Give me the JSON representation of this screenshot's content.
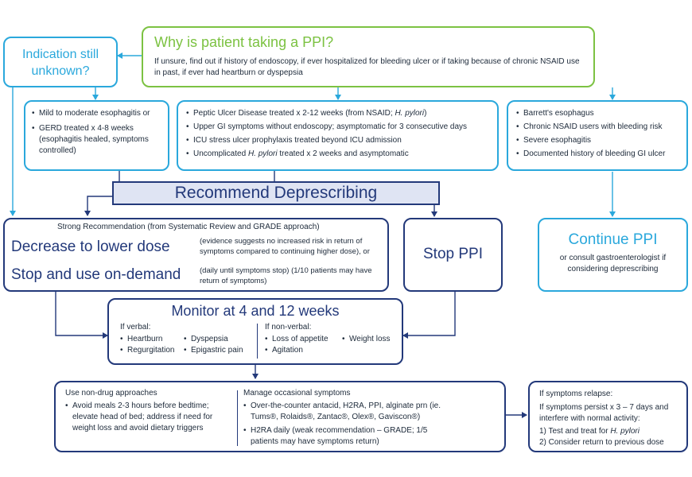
{
  "why": {
    "title": "Why is patient taking a PPI?",
    "body": "If unsure, find out if history of endoscopy, if ever hospitalized for bleeding ulcer or if taking because of chronic NSAID use in past, if ever had heartburn or dyspepsia"
  },
  "unknown": {
    "line1": "Indication still",
    "line2": "unknown?"
  },
  "left_criteria": [
    "Mild to moderate esophagitis or",
    "GERD treated x 4-8 weeks (esophagitis healed, symptoms controlled)"
  ],
  "mid_criteria": {
    "item1_a": "Peptic Ulcer Disease treated x 2-12 weeks (from NSAID;",
    "item1_b": "H. pylori",
    "item1_c": ")",
    "item2": "Upper GI symptoms without endoscopy; asymptomatic for 3 consecutive days",
    "item3": "ICU stress ulcer prophylaxis treated beyond ICU admission",
    "item4_a": "Uncomplicated",
    "item4_b": "H. pylori",
    "item4_c": "treated x 2 weeks and asymptomatic"
  },
  "right_criteria": [
    "Barrett's esophagus",
    "Chronic NSAID users with bleeding risk",
    "Severe esophagitis",
    "Documented history of bleeding GI ulcer"
  ],
  "recommend": {
    "title": "Recommend Deprescribing"
  },
  "strong": {
    "header": "Strong Recommendation (from Systematic Review and GRADE approach)",
    "decrease_title": "Decrease to lower dose",
    "decrease_note": "(evidence suggests no increased risk in return of symptoms compared to continuing higher dose), or",
    "ondemand_title": "Stop and use on-demand",
    "ondemand_note": "(daily until symptoms stop) (1/10 patients may have return of symptoms)"
  },
  "stop": {
    "title": "Stop PPI"
  },
  "continue": {
    "title": "Continue PPI",
    "note": "or consult gastroenterologist if considering deprescribing"
  },
  "monitor": {
    "title": "Monitor at 4 and 12 weeks",
    "verbal_label": "If verbal:",
    "verbal_col1": [
      "Heartburn",
      "Regurgitation"
    ],
    "verbal_col2": [
      "Dyspepsia",
      "Epigastric pain"
    ],
    "nonverbal_label": "If non-verbal:",
    "nonverbal_col1": [
      "Loss of appetite",
      "Agitation"
    ],
    "nonverbal_col2": [
      "Weight loss"
    ]
  },
  "nondrug": {
    "title": "Use non-drug approaches",
    "item": "Avoid meals 2-3 hours before bedtime; elevate head of bed; address if need for weight loss and avoid dietary triggers"
  },
  "occasional": {
    "title": "Manage occasional symptoms",
    "items": [
      "Over-the-counter antacid, H2RA, PPI,  alginate prn (ie. Tums®, Rolaids®, Zantac®, Olex®, Gaviscon®)",
      "H2RA daily (weak recommendation – GRADE; 1/5 patients may have symptoms return)"
    ]
  },
  "relapse": {
    "title": "If symptoms relapse:",
    "body": "If symptoms persist x 3 – 7 days and interfere with normal activity:",
    "step1_a": "1) Test and treat for",
    "step1_b": "H. pylori",
    "step2": "2) Consider return to previous dose"
  },
  "colors": {
    "green": "#7cc242",
    "cyan": "#2aa8dc",
    "navy": "#23397a",
    "recommend_fill": "#dfe4f3"
  }
}
